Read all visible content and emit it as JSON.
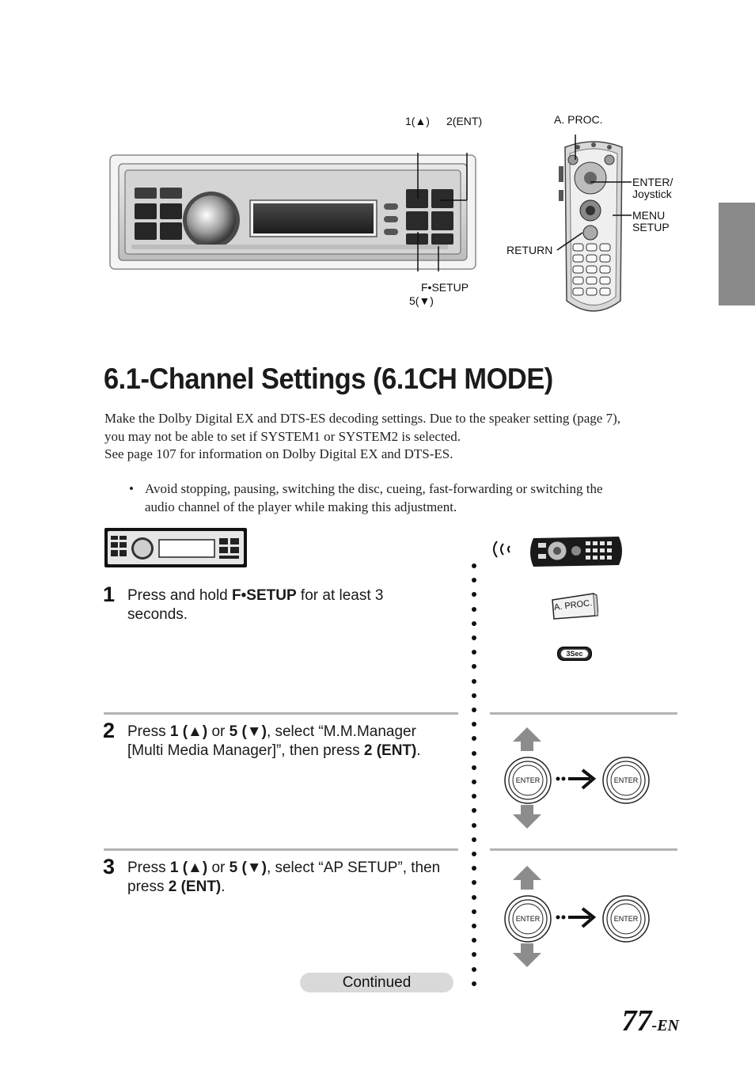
{
  "unit_labels": {
    "up_button": "1(▲)",
    "ent_button": "2(ENT)",
    "fsetup_button": "F•SETUP",
    "down_button": "5(▼)"
  },
  "remote_labels": {
    "aproc": "A. PROC.",
    "enter_joystick_line1": "ENTER/",
    "enter_joystick_line2": "Joystick",
    "menu_setup_line1": "MENU",
    "menu_setup_line2": "SETUP",
    "return": "RETURN"
  },
  "title": "6.1-Channel Settings (6.1CH MODE)",
  "intro": {
    "line1": "Make the Dolby Digital EX and DTS-ES decoding settings.  Due to the speaker setting (page 7),",
    "line2": "you may not be able to set if SYSTEM1 or SYSTEM2 is selected.",
    "line3": "See page 107 for information on Dolby Digital EX and DTS-ES."
  },
  "bullet": {
    "marker": "•",
    "line1": "Avoid stopping, pausing, switching the disc, cueing, fast-forwarding or switching the",
    "line2": "audio channel of the player while making this adjustment."
  },
  "steps": [
    {
      "number": "1",
      "p1": "Press and hold ",
      "b1": "F•SETUP",
      "p2": " for at least 3",
      "p3": "seconds."
    },
    {
      "number": "2",
      "p1": "Press ",
      "b1": "1 (▲)",
      "p2": " or ",
      "b2": "5 (▼)",
      "p3": ", select “M.M.Manager",
      "p4": "[Multi Media Manager]”, then press ",
      "b3": "2 (ENT)",
      "p5": "."
    },
    {
      "number": "3",
      "p1": "Press ",
      "b1": "1 (▲)",
      "p2": " or ",
      "b2": "5 (▼)",
      "p3": ", select “AP SETUP”, then",
      "p4": "press ",
      "b3": "2 (ENT)",
      "p5": "."
    }
  ],
  "remote_side": {
    "aproc_button": "A. PROC.",
    "hold_badge": "3Sec",
    "enter_label": "ENTER"
  },
  "continued": "Continued",
  "page": {
    "number": "77",
    "suffix": "-EN"
  },
  "colors": {
    "section_tab": "#8a8a8a",
    "rule": "#b3b3b3",
    "arrow_gray": "#8c8c8c",
    "continued_pill": "#d9d9d9"
  }
}
